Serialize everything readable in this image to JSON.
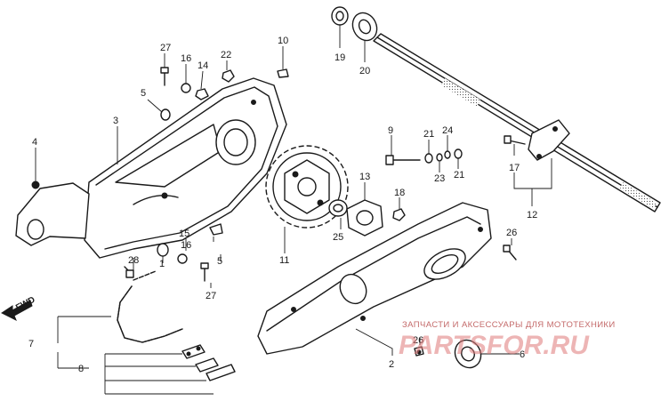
{
  "labels": {
    "p1": "1",
    "p2": "2",
    "p3": "3",
    "p4": "4",
    "p5a": "5",
    "p5b": "5",
    "p6": "6",
    "p7": "7",
    "p8": "8",
    "p9": "9",
    "p10": "10",
    "p11": "11",
    "p12": "12",
    "p13": "13",
    "p14": "14",
    "p15": "15",
    "p16a": "16",
    "p16b": "16",
    "p17": "17",
    "p18": "18",
    "p19": "19",
    "p20": "20",
    "p21a": "21",
    "p21b": "21",
    "p22": "22",
    "p23": "23",
    "p24": "24",
    "p25": "25",
    "p26a": "26",
    "p26b": "26",
    "p27a": "27",
    "p27b": "27",
    "p28": "28"
  },
  "forward_label": "FWD",
  "watermark": {
    "text": "ЗАПЧАСТИ И АКСЕССУАРЫ ДЛЯ МОТОТЕХНИКИ",
    "logo": "PARTSFOR.RU"
  }
}
